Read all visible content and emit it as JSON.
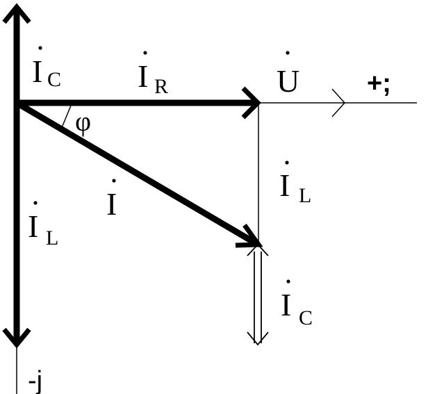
{
  "diagram": {
    "axes": {
      "positive_real_label": "+;",
      "negative_imaginary_label": "-j"
    },
    "phasors": {
      "current_capacitive_left": {
        "letter": "I",
        "subscript": "C"
      },
      "current_resistive": {
        "letter": "I",
        "subscript": "R"
      },
      "voltage": {
        "letter": "U"
      },
      "current_inductive_right": {
        "letter": "I",
        "subscript": "L"
      },
      "current_total": {
        "letter": "I"
      },
      "current_inductive_left": {
        "letter": "I",
        "subscript": "L"
      },
      "current_capacitive_right": {
        "letter": "I",
        "subscript": "C"
      }
    },
    "angle_label": "φ"
  }
}
